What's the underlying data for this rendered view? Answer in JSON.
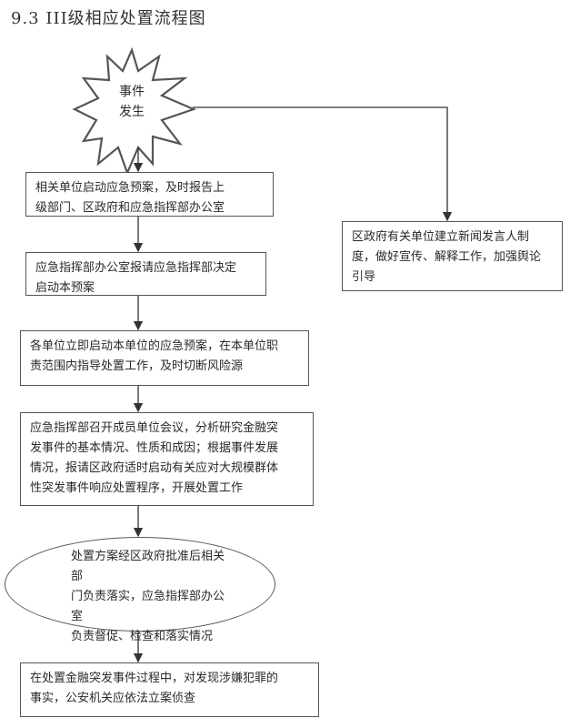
{
  "title": "9.3 III级相应处置流程图",
  "nodes": {
    "start": "事件\n发生",
    "step1": "相关单位启动应急预案，及时报告上\n级部门、区政府和应急指挥部办公室",
    "step2": "应急指挥部办公室报请应急指挥部决定\n启动本预案",
    "step3": "各单位立即启动本单位的应急预案，在本单位职\n责范围内指导处置工作，及时切断风险源",
    "step4": "应急指挥部召开成员单位会议，分析研究金融突\n发事件的基本情况、性质和成因；根据事件发展\n情况，报请区政府适时启动有关应对大规模群体\n性突发事件响应处置程序，开展处置工作",
    "step5": "处置方案经区政府批准后相关部\n门负责落实，应急指挥部办公室\n负责督促、检查和落实情况",
    "step6": "在处置金融突发事件过程中，对发现涉嫌犯罪的\n事实，公安机关应依法立案侦查",
    "side": "区政府有关单位建立新闻发言人制\n度，做好宣传、解释工作，加强舆论\n引导"
  }
}
